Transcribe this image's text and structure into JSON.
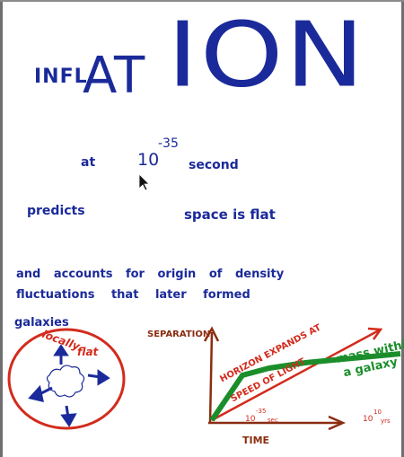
{
  "title": {
    "part1": "INFL",
    "part2": "AT",
    "part3": "ION"
  },
  "line1": {
    "at": "at",
    "base": "10",
    "exp": "-35",
    "unit": "second"
  },
  "line2": {
    "left": "predicts",
    "right": "space is flat"
  },
  "line3": {
    "text": "and accounts for origin of density"
  },
  "line4": {
    "text": "fluctuations that later formed"
  },
  "line5": {
    "text": "galaxies"
  },
  "diagram": {
    "circle_label_1": "locally",
    "circle_label_2": "flat",
    "y_axis": "SEPARATION",
    "x_axis": "TIME",
    "red_label_1": "HORIZON EXPANDS AT",
    "red_label_2": "SPEED OF LIGHT",
    "green_label_1": "mass within",
    "green_label_2": "a galaxy",
    "tick1_base": "10",
    "tick1_exp": "-35",
    "tick1_unit": "sec",
    "tick2_base": "10",
    "tick2_exp": "10",
    "tick2_unit": "yrs"
  },
  "colors": {
    "ink": "#1b2a9a",
    "red": "#d22b1c",
    "green": "#1b8e2b",
    "axis": "#8b2d10"
  }
}
